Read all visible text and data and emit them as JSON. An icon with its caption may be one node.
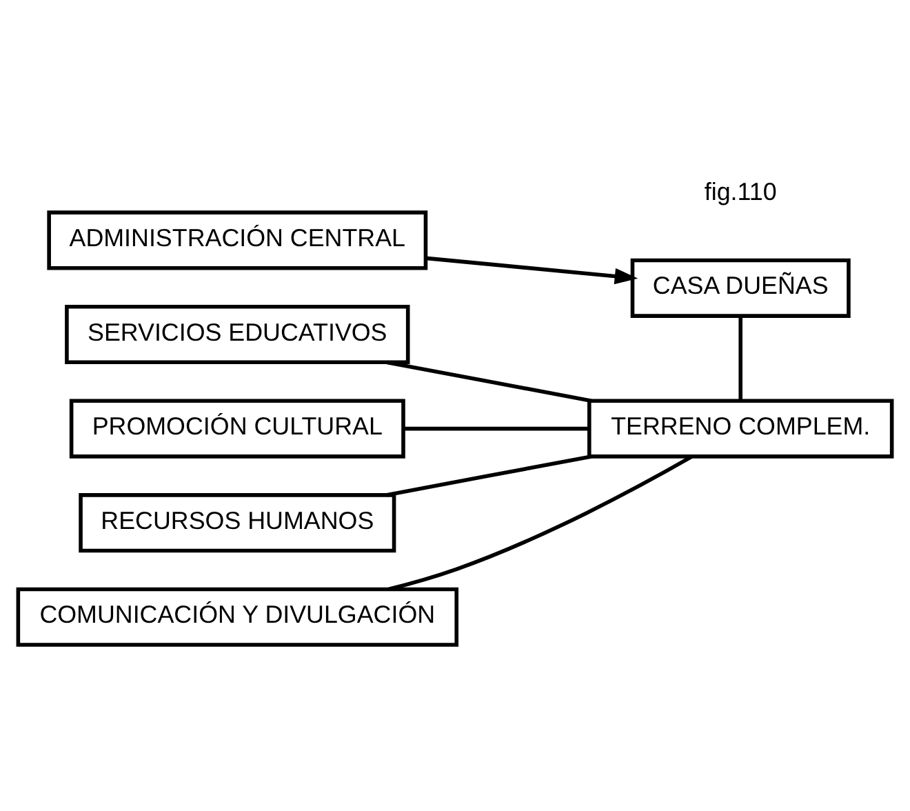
{
  "diagram": {
    "nodes": [
      {
        "text": [
          "ADMINISTRACIÓN CENTRAL"
        ]
      },
      {
        "text": [
          "CASA DUEÑAS"
        ]
      },
      {
        "text": [
          "SERVICIOS EDUCATIVOS"
        ]
      },
      {
        "text": [
          "PROMOCIÓN CULTURAL"
        ]
      },
      {
        "text": [
          "RECURSOS HUMANOS"
        ]
      },
      {
        "text": [
          "COMUNICACIÓN Y DIVULGACIÓN"
        ]
      },
      {
        "text": [
          "TERRENO COMPLEM."
        ]
      }
    ],
    "edges": [
      {
        "from": 0,
        "to": 1,
        "arrow": "to"
      },
      {
        "from": 1,
        "to": 6,
        "arrow": "none"
      },
      {
        "from": 2,
        "to": 6,
        "arrow": "none"
      },
      {
        "from": 3,
        "to": 6,
        "arrow": "none"
      },
      {
        "from": 4,
        "to": 6,
        "arrow": "none"
      },
      {
        "from": 5,
        "to": 6,
        "arrow": "none"
      }
    ],
    "labels": [
      "fig.110"
    ]
  }
}
